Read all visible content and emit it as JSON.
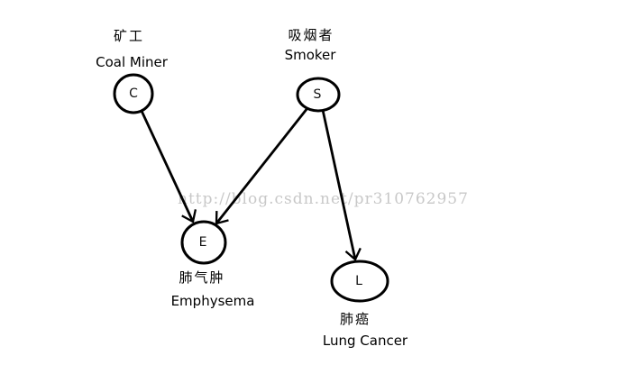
{
  "watermark": {
    "text": "http://blog.csdn.net/pr310762957",
    "color": "#c8c8c8"
  },
  "nodes": [
    {
      "id": "C",
      "letter": "C",
      "label_zh": "矿工",
      "label_en": "Coal Miner"
    },
    {
      "id": "S",
      "letter": "S",
      "label_zh": "吸烟者",
      "label_en": "Smoker"
    },
    {
      "id": "E",
      "letter": "E",
      "label_zh": "肺气肿",
      "label_en": "Emphysema"
    },
    {
      "id": "L",
      "letter": "L",
      "label_zh": "肺癌",
      "label_en": "Lung Cancer"
    }
  ],
  "edges": [
    {
      "from": "C",
      "to": "E"
    },
    {
      "from": "S",
      "to": "E"
    },
    {
      "from": "S",
      "to": "L"
    }
  ],
  "colors": {
    "line": "#000000",
    "node_fill": "#ffffff",
    "background": "#ffffff"
  }
}
